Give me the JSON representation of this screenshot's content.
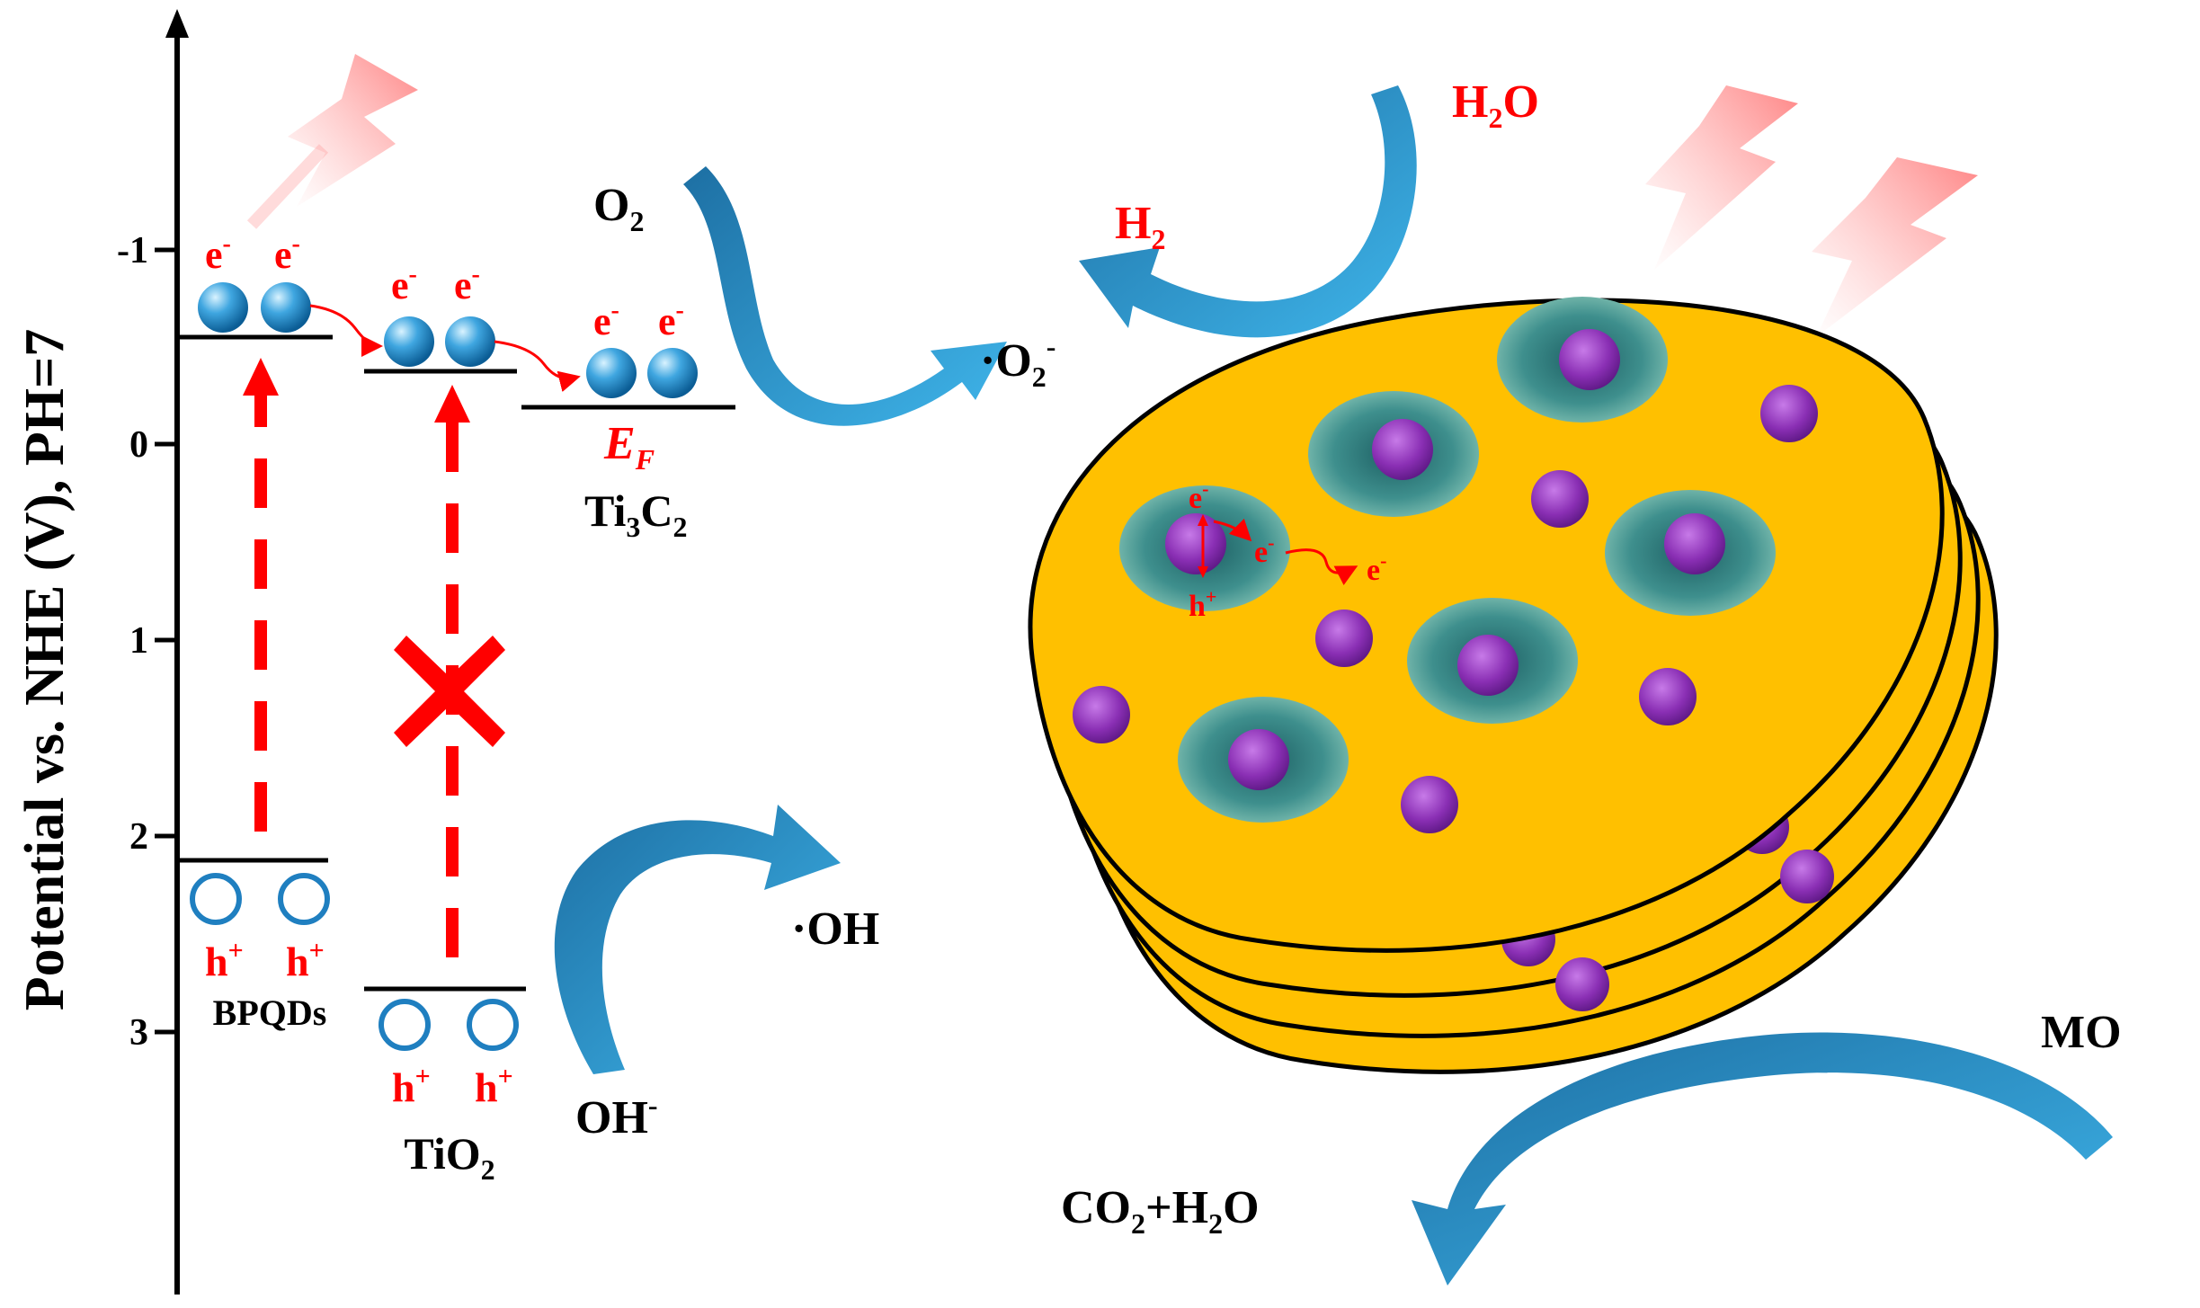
{
  "axis": {
    "label": "Potential vs. NHE (V), PH=7",
    "ticks": [
      "-1",
      "0",
      "1",
      "2",
      "3"
    ]
  },
  "electron": {
    "symbol": "e",
    "sup": "-"
  },
  "hole": {
    "symbol": "h",
    "sup": "+"
  },
  "materials": {
    "bpqds": "BPQDs",
    "tio2": {
      "base": "TiO",
      "sub": "2"
    },
    "ti3c2": {
      "a": "Ti",
      "sub1": "3",
      "b": "C",
      "sub2": "2"
    },
    "fermi": {
      "base": "E",
      "sub": "F"
    }
  },
  "species": {
    "o2": {
      "base": "O",
      "sub": "2"
    },
    "superoxide": {
      "dot": "·",
      "base": "O",
      "sub": "2",
      "sup": "-"
    },
    "water_in": {
      "base": "H",
      "sub": "2",
      "tail": "O"
    },
    "h2": {
      "base": "H",
      "sub": "2"
    },
    "hydroxyl_radical": {
      "dot": "·",
      "base": "OH"
    },
    "hydroxide": {
      "base": "OH",
      "sup": "-"
    },
    "mo": "MO",
    "products": {
      "a": "CO",
      "sub1": "2",
      "b": "+H",
      "sub2": "2",
      "c": "O"
    }
  },
  "colors": {
    "axis": "#000000",
    "red": "#ff0000",
    "blue_arrow": "#29a3dd",
    "sheet": "#ffc000",
    "dot": "#8a2fb4",
    "ring": "#2e8b8b"
  }
}
